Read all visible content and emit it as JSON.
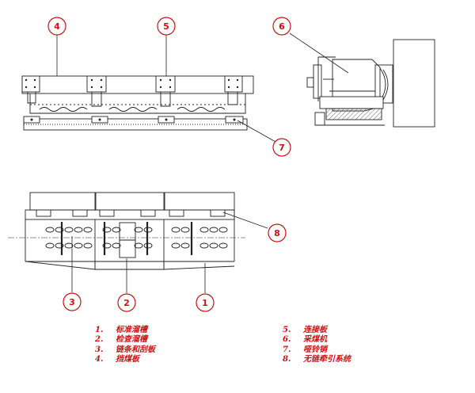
{
  "colors": {
    "accent": "#cc1111",
    "line": "#222222",
    "bg": "#ffffff"
  },
  "callouts": [
    {
      "id": "4",
      "label": "4"
    },
    {
      "id": "5",
      "label": "5"
    },
    {
      "id": "6",
      "label": "6"
    },
    {
      "id": "7",
      "label": "7"
    },
    {
      "id": "8",
      "label": "8"
    },
    {
      "id": "3",
      "label": "3"
    },
    {
      "id": "2",
      "label": "2"
    },
    {
      "id": "1",
      "label": "1"
    }
  ],
  "legend": {
    "left": [
      {
        "num": "1.",
        "text": "标准溜槽"
      },
      {
        "num": "2.",
        "text": "检查溜槽"
      },
      {
        "num": "3.",
        "text": "链条和刮板"
      },
      {
        "num": "4.",
        "text": "挡煤板"
      }
    ],
    "right": [
      {
        "num": "5.",
        "text": "连接板"
      },
      {
        "num": "6.",
        "text": "采煤机"
      },
      {
        "num": "7.",
        "text": "哑铃销"
      },
      {
        "num": "8.",
        "text": "无链牵引系统"
      }
    ]
  }
}
